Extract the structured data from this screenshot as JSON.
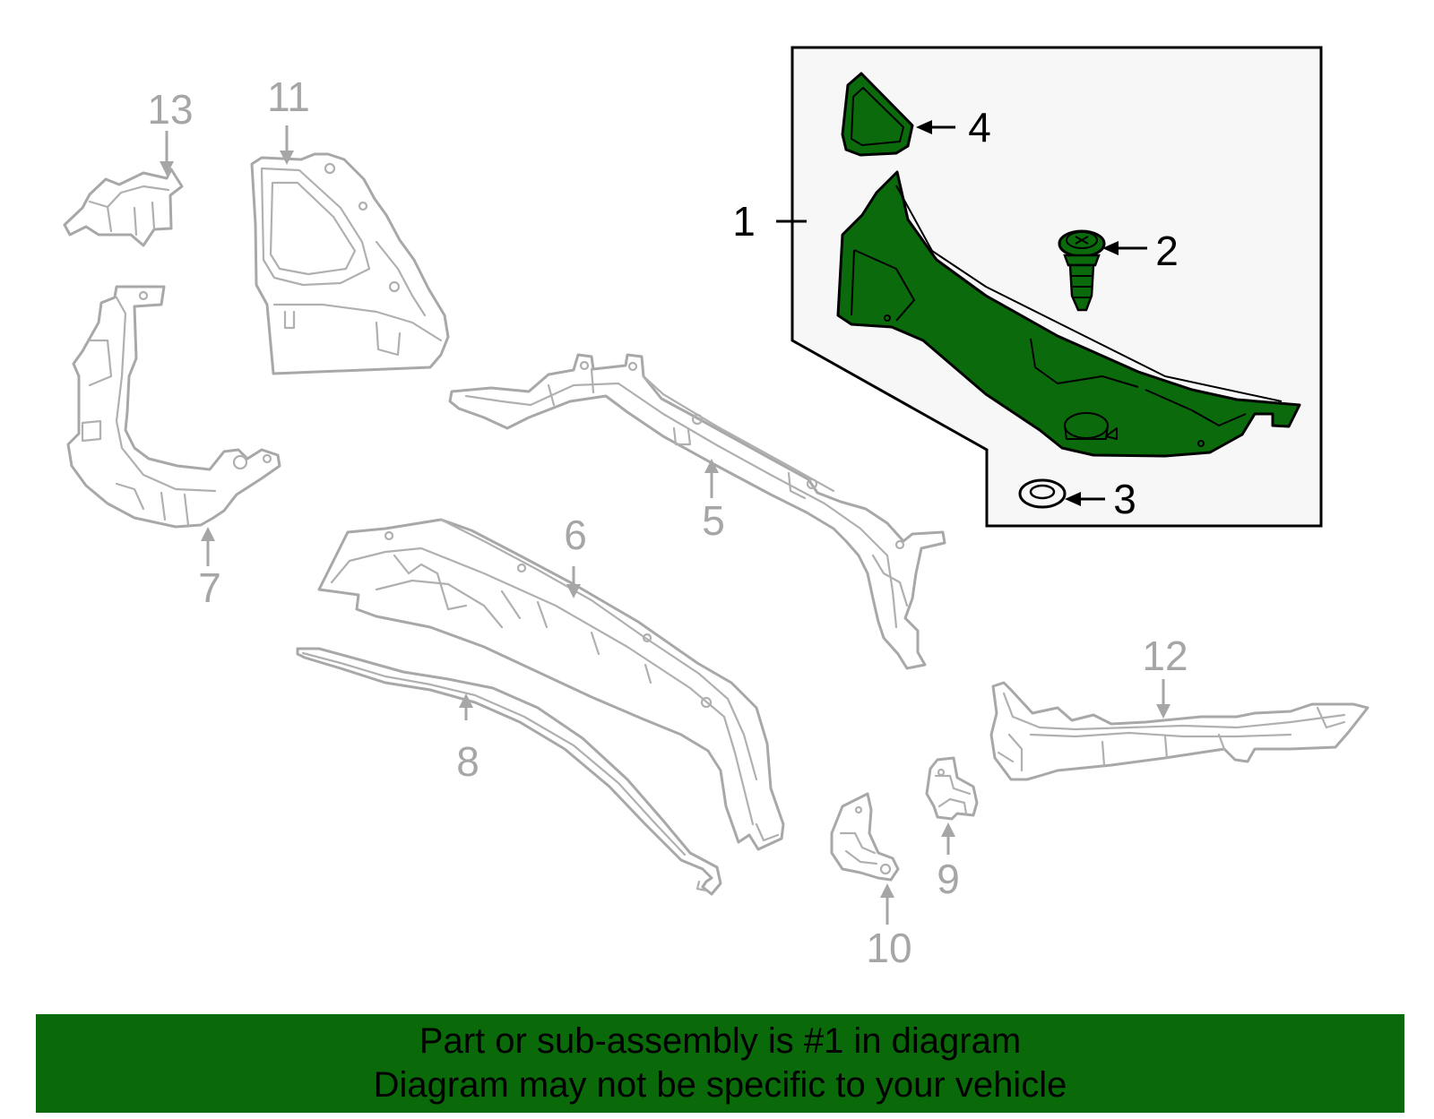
{
  "callouts": {
    "c1": "1",
    "c2": "2",
    "c3": "3",
    "c4": "4",
    "c5": "5",
    "c6": "6",
    "c7": "7",
    "c8": "8",
    "c9": "9",
    "c10": "10",
    "c11": "11",
    "c12": "12",
    "c13": "13"
  },
  "banner": {
    "line1": "Part or sub-assembly is #1 in diagram",
    "line2": "Diagram may not be specific to your vehicle"
  },
  "colors": {
    "highlight_green": "#0b6a0b",
    "banner_green": "#0a6a0a",
    "inset_background": "#f7f7f7",
    "part_outline_gray": "#a8a8a8"
  }
}
